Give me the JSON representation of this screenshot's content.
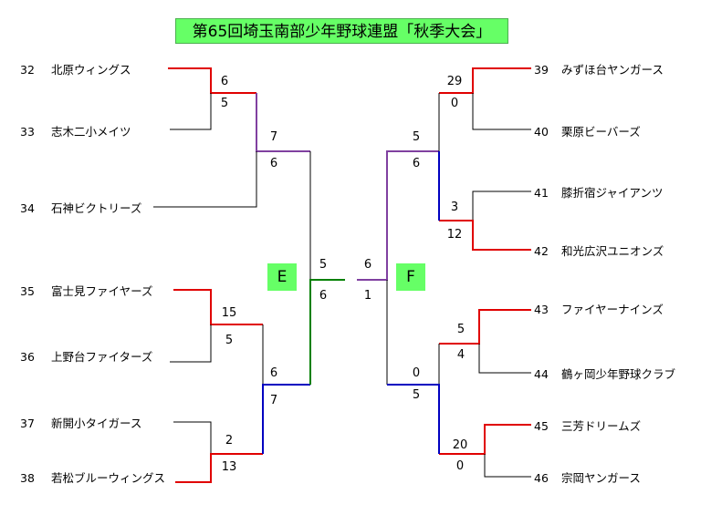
{
  "title": "第65回埼玉南部少年野球連盟「秋季大会」",
  "blocks": {
    "left": "E",
    "right": "F"
  },
  "teams": [
    {
      "no": "32",
      "name": "北原ウィングス"
    },
    {
      "no": "33",
      "name": "志木二小メイツ"
    },
    {
      "no": "34",
      "name": "石神ビクトリーズ"
    },
    {
      "no": "35",
      "name": "富士見ファイヤーズ"
    },
    {
      "no": "36",
      "name": "上野台ファイターズ"
    },
    {
      "no": "37",
      "name": "新開小タイガース"
    },
    {
      "no": "38",
      "name": "若松ブルーウィングス"
    },
    {
      "no": "39",
      "name": "みずほ台ヤンガース"
    },
    {
      "no": "40",
      "name": "栗原ビーバーズ"
    },
    {
      "no": "41",
      "name": "膝折宿ジャイアンツ"
    },
    {
      "no": "42",
      "name": "和光広沢ユニオンズ"
    },
    {
      "no": "43",
      "name": "ファイヤーナインズ"
    },
    {
      "no": "44",
      "name": "鶴ヶ岡少年野球クラブ"
    },
    {
      "no": "45",
      "name": "三芳ドリームズ"
    },
    {
      "no": "46",
      "name": "宗岡ヤンガース"
    }
  ],
  "scores": {
    "m32_33": [
      "6",
      "5"
    ],
    "m3233_34": [
      "7",
      "6"
    ],
    "m35_36": [
      "15",
      "5"
    ],
    "m37_38": [
      "2",
      "13"
    ],
    "m3536_3738": [
      "6",
      "7"
    ],
    "finalE": [
      "5",
      "6"
    ],
    "finalF": [
      "6",
      "1"
    ],
    "m39_40": [
      "29",
      "0"
    ],
    "m41_42": [
      "3",
      "12"
    ],
    "m3940_4142": [
      "5",
      "6"
    ],
    "m43_44": [
      "5",
      "4"
    ],
    "m45_46": [
      "20",
      "0"
    ],
    "m4344_4546": [
      "0",
      "5"
    ]
  },
  "colors": {
    "red": "#e00000",
    "purple": "#8040a0",
    "blue": "#0000c0",
    "green": "#008000",
    "gray": "#000000"
  }
}
